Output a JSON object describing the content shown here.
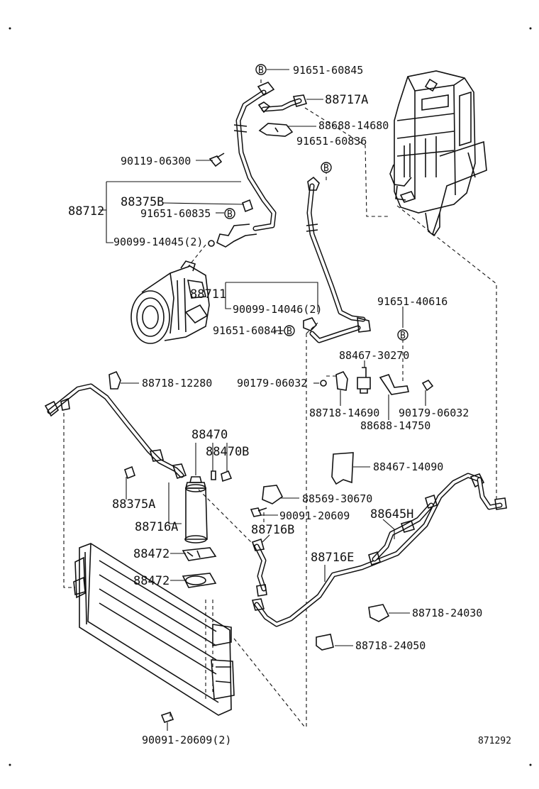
{
  "labels": {
    "p_91651_60845": "91651-60845",
    "p_88717A": "88717A",
    "p_88688_14680": "88688-14680",
    "p_91651_60836": "91651-60836",
    "p_90119_06300": "90119-06300",
    "p_88375B": "88375B",
    "p_88712": "88712",
    "p_91651_60835": "91651-60835",
    "p_90099_14045": "90099-14045(2)",
    "p_88711": "88711",
    "p_90099_14046": "90099-14046(2)",
    "p_91651_40616": "91651-40616",
    "p_91651_60841": "91651-60841",
    "p_88467_30270": "88467-30270",
    "p_88718_12280": "88718-12280",
    "p_90179_06032_a": "90179-06032",
    "p_88718_14690": "88718-14690",
    "p_90179_06032_b": "90179-06032",
    "p_88688_14750": "88688-14750",
    "p_88470": "88470",
    "p_88470B": "88470B",
    "p_88467_14090": "88467-14090",
    "p_88375A": "88375A",
    "p_88569_30670": "88569-30670",
    "p_88716A": "88716A",
    "p_90091_20609": "90091-20609",
    "p_88716B": "88716B",
    "p_88645H": "88645H",
    "p_88472_a": "88472",
    "p_88716E": "88716E",
    "p_88472_b": "88472",
    "p_88718_24030": "88718-24030",
    "p_88718_24050": "88718-24050",
    "p_90091_20609_2": "90091-20609(2)",
    "figure_code": "871292",
    "marker_B": "B"
  }
}
